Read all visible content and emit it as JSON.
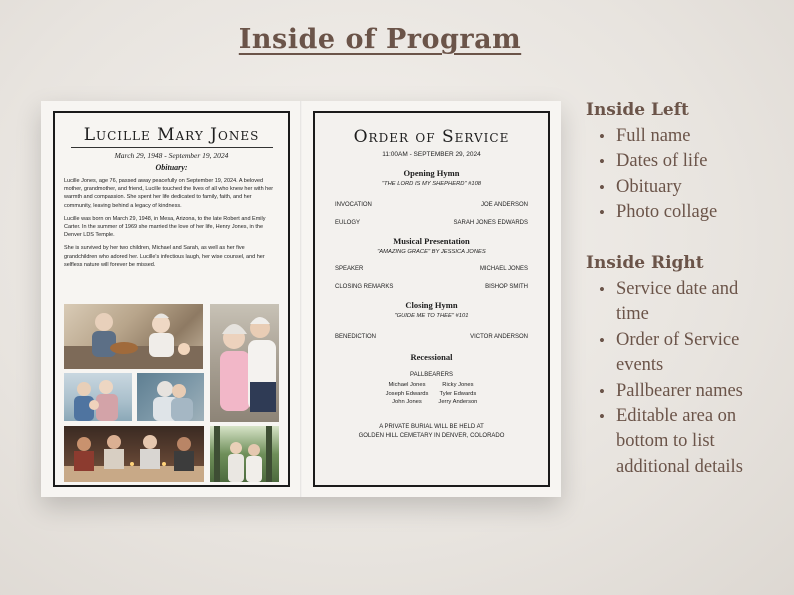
{
  "heading": "Inside of Program",
  "left_panel": {
    "name": "Lucille Mary Jones",
    "dates": "March 29, 1948 - September 19, 2024",
    "obituary_heading": "Obituary:",
    "paragraphs": [
      "Lucille Jones, age 76, passed away peacefully on September 19, 2024. A beloved mother, grandmother, and friend, Lucille touched the lives of all who knew her with her warmth and compassion. She spent her life dedicated to family, faith, and her community, leaving behind a legacy of kindness.",
      "Lucille was born on March 29, 1948, in Mesa, Arizona, to the late Robert and Emily Carter. In the summer of 1969 she married the love of her life, Henry Jones, in the Denver LDS Temple.",
      "She is survived by her two children, Michael and Sarah, as well as her five grandchildren who adored her. Lucille's infectious laugh, her wise counsel, and her selfless nature will forever be missed."
    ]
  },
  "right_panel": {
    "title": "Order of Service",
    "time": "11:00AM - SEPTEMBER 29, 2024",
    "opening_hymn": {
      "heading": "Opening Hymn",
      "subtitle": "\"THE LORD IS MY SHEPHERD\" #108"
    },
    "items_1": [
      {
        "label": "INVOCATION",
        "name": "JOE ANDERSON"
      },
      {
        "label": "EULOGY",
        "name": "SARAH JONES EDWARDS"
      }
    ],
    "musical": {
      "heading": "Musical Presentation",
      "subtitle": "\"AMAZING GRACE\" BY JESSICA JONES"
    },
    "items_2": [
      {
        "label": "SPEAKER",
        "name": "MICHAEL JONES"
      },
      {
        "label": "CLOSING REMARKS",
        "name": "BISHOP SMITH"
      }
    ],
    "closing_hymn": {
      "heading": "Closing Hymn",
      "subtitle": "\"GUIDE ME TO THEE\" #101"
    },
    "items_3": [
      {
        "label": "BENEDICTION",
        "name": "VICTOR ANDERSON"
      }
    ],
    "recessional": {
      "heading": "Recessional"
    },
    "pallbearers_title": "PALLBEARERS",
    "pallbearers_left": [
      "Michael Jones",
      "Joseph Edwards",
      "John Jones"
    ],
    "pallbearers_right": [
      "Ricky Jones",
      "Tyler Edwards",
      "Jerry Anderson"
    ],
    "burial_line1": "A PRIVATE BURIAL WILL BE HELD AT",
    "burial_line2": "GOLDEN HILL CEMETARY IN DENVER, COLORADO"
  },
  "sidebar": {
    "left_heading": "Inside Left",
    "left_items": [
      "Full name",
      "Dates of life",
      "Obituary",
      "Photo collage"
    ],
    "right_heading": "Inside Right",
    "right_items_lines": [
      "Service date and",
      "time",
      "Order of Service",
      "events",
      "Pallbearer names",
      "Editable area on",
      "bottom to list",
      "additional details"
    ]
  }
}
